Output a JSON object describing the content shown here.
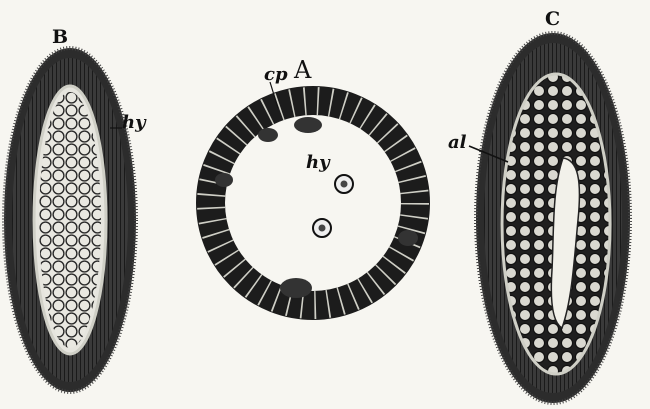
{
  "figure": {
    "labels": {
      "panel_a": "A",
      "panel_b": "B",
      "panel_c": "C",
      "cp": "cp",
      "hy_b": "hy",
      "hy_a": "hy",
      "al": "al"
    }
  }
}
